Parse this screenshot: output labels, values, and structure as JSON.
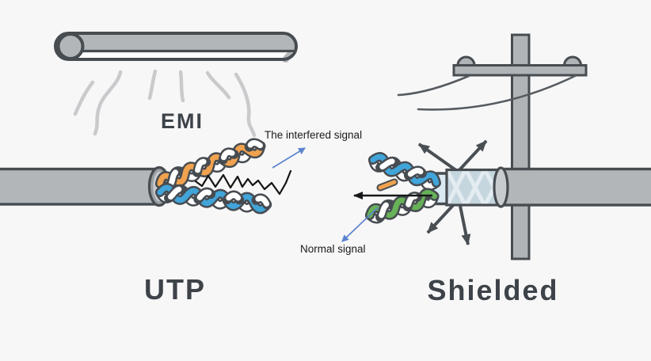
{
  "diagram": {
    "emi_label": "EMI",
    "interfered_signal_label": "The interfered signal",
    "normal_signal_label": "Normal signal",
    "left_cable_title": "UTP",
    "right_cable_title": "Shielded"
  },
  "icons": {
    "fluorescent_lamp": "fluorescent-lamp-illustration",
    "emi_waves": "emi-waves-illustration",
    "utp_cable": "utp-cable-illustration",
    "interfered_zigzag": "interfered-signal-zigzag",
    "utility_pole": "utility-pole-illustration",
    "shielded_cable": "shielded-cable-illustration",
    "deflection_arrows": "emi-deflection-arrows",
    "normal_signal_arrow": "normal-signal-arrow"
  },
  "colors": {
    "background": "#f7f7f8",
    "outline": "#474c51",
    "cable": "#b3b6b9",
    "cable_light": "#c9cccf",
    "pole": "#b0b4b7",
    "wire_orange": "#f0a24f",
    "wire_blue": "#41a5da",
    "wire_green": "#67b258",
    "braid": "#c6d6df",
    "braid_line": "#e3ecf1",
    "foil": "#d9eaf3",
    "emi_wave": "#c9cacc",
    "text_dark": "#3d4349",
    "label_black": "#1b1b1d",
    "annot_blue": "#5c83cd",
    "arrow_dark": "#4a4f54"
  }
}
